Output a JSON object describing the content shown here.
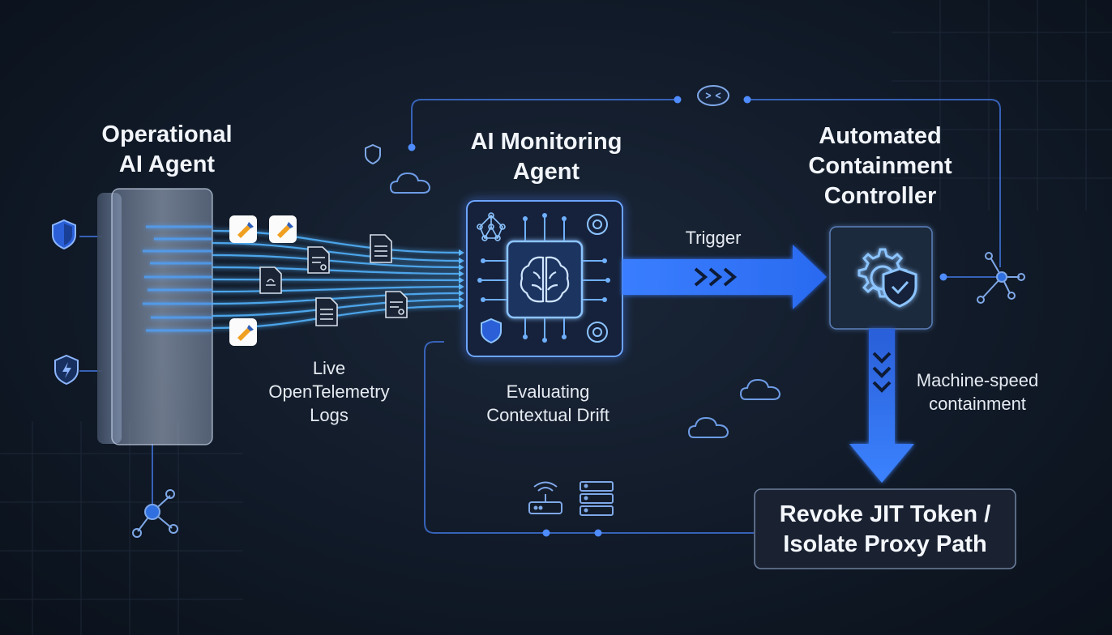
{
  "nodes": {
    "operational_agent": {
      "title_line1": "Operational",
      "title_line2": "AI Agent"
    },
    "monitoring_agent": {
      "title_line1": "AI Monitoring",
      "title_line2": "Agent",
      "caption_line1": "Evaluating",
      "caption_line2": "Contextual Drift"
    },
    "containment_controller": {
      "title_line1": "Automated",
      "title_line2": "Containment",
      "title_line3": "Controller"
    },
    "outcome": {
      "line1": "Revoke JIT Token /",
      "line2": "Isolate Proxy Path"
    }
  },
  "edges": {
    "telemetry": {
      "line1": "Live",
      "line2": "OpenTelemetry",
      "line3": "Logs"
    },
    "trigger": {
      "label": "Trigger"
    },
    "containment": {
      "line1": "Machine-speed",
      "line2": "containment"
    }
  },
  "colors": {
    "accent": "#2f7dff",
    "glow": "#5aa8ff",
    "background": "#111a28"
  }
}
